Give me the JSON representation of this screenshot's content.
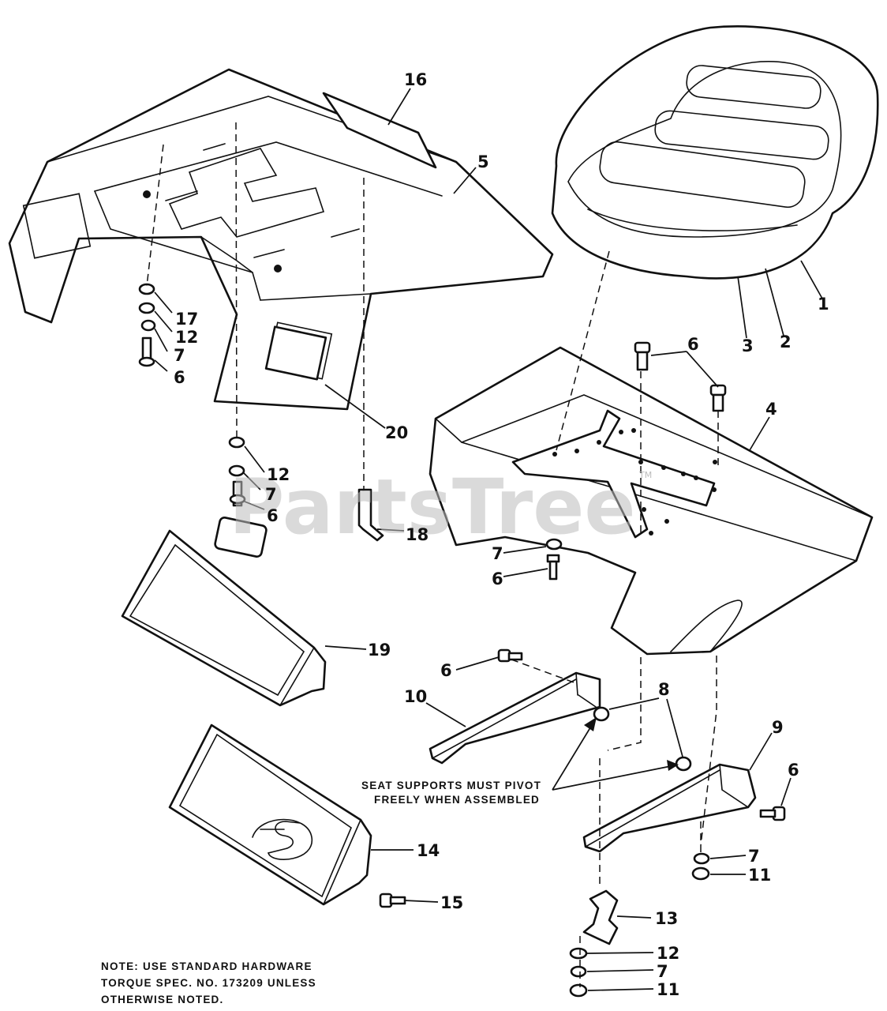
{
  "watermark": {
    "text": "PartsTree",
    "trademark": "TM"
  },
  "callouts": {
    "c1": "1",
    "c2": "2",
    "c3": "3",
    "c4": "4",
    "c5": "5",
    "c6a": "6",
    "c6b": "6",
    "c6c": "6",
    "c6d": "6",
    "c6e": "6",
    "c6f": "6",
    "c7a": "7",
    "c7b": "7",
    "c7c": "7",
    "c7d": "7",
    "c7e": "7",
    "c8": "8",
    "c9": "9",
    "c10": "10",
    "c11a": "11",
    "c11b": "11",
    "c12a": "12",
    "c12b": "12",
    "c12c": "12",
    "c13": "13",
    "c14": "14",
    "c15": "15",
    "c16": "16",
    "c17": "17",
    "c18": "18",
    "c19": "19",
    "c20": "20"
  },
  "seat_note": {
    "line1": "SEAT SUPPORTS MUST PIVOT",
    "line2": "FREELY WHEN ASSEMBLED"
  },
  "footer_note": {
    "line1": "NOTE: USE STANDARD HARDWARE",
    "line2": "TORQUE SPEC. NO. 173209 UNLESS",
    "line3": "OTHERWISE NOTED."
  },
  "colors": {
    "ink": "#111111",
    "paper": "#ffffff",
    "watermark": "#bdbdbd"
  }
}
